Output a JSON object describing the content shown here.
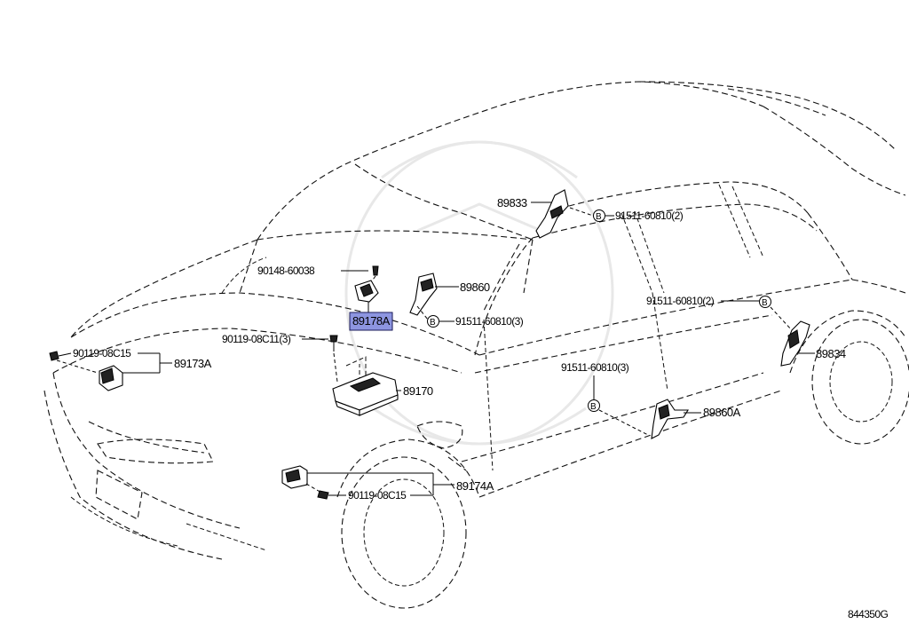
{
  "figure_code": "844350G",
  "highlight_color": "#8d95e0",
  "parts": {
    "p89178a": "89178A",
    "p89170": "89170",
    "p89173a": "89173A",
    "p89174a": "89174A",
    "p89833": "89833",
    "p89834": "89834",
    "p89860": "89860",
    "p89860a": "89860A"
  },
  "fasteners": {
    "f90148": "90148-60038",
    "f90119_c11": "90119-08C11(3)",
    "f90119_c15_left": "90119-08C15",
    "f90119_c15_bottom": "90119-08C15",
    "f91511_a": "91511-60810(2)",
    "f91511_b": "91511-60810(3)",
    "f91511_c": "91511-60810(2)",
    "f91511_d": "91511-60810(3)"
  },
  "callout_letter": "B"
}
